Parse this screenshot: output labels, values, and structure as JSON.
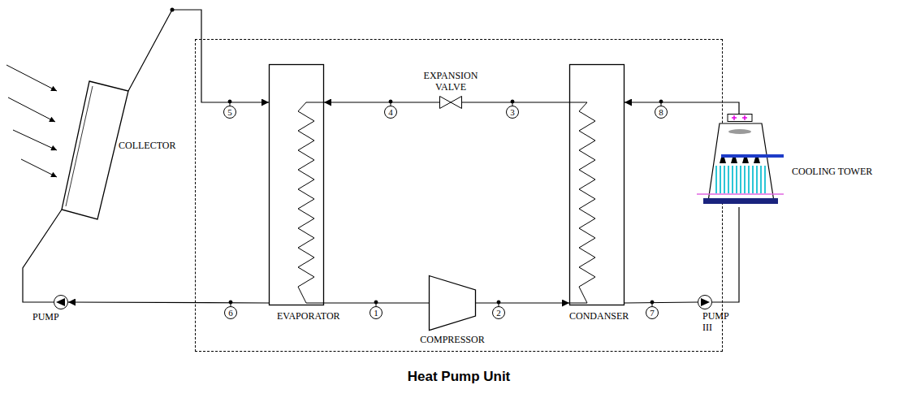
{
  "diagram": {
    "nodes": [
      {
        "text": [
          "COLLECTOR"
        ]
      },
      {
        "text": [
          "Heat Pump Unit"
        ]
      },
      {
        "text": [
          "EVAPORATOR"
        ],
        "in": 1
      },
      {
        "text": [
          "EXPANSION VALVE"
        ],
        "in": 1
      },
      {
        "text": [
          "COMPRESSOR"
        ],
        "in": 1
      },
      {
        "text": [
          "CONDANSER"
        ],
        "in": 1
      },
      {
        "text": [
          "COOLING TOWER"
        ]
      },
      {
        "text": [
          "PUMP"
        ]
      },
      {
        "text": [
          "PUMP III"
        ]
      }
    ],
    "edges": [
      {
        "from": 0,
        "to": 2,
        "arrow": "to"
      },
      {
        "from": 2,
        "to": 7,
        "arrow": "to"
      },
      {
        "from": 7,
        "to": 0,
        "arrow": "none"
      },
      {
        "from": 2,
        "to": 4,
        "arrow": "none"
      },
      {
        "from": 4,
        "to": 5,
        "arrow": "to"
      },
      {
        "from": 5,
        "to": 3,
        "arrow": "none"
      },
      {
        "from": 3,
        "to": 2,
        "arrow": "to"
      },
      {
        "from": 5,
        "to": 8,
        "arrow": "none"
      },
      {
        "from": 8,
        "to": 6,
        "arrow": "none"
      },
      {
        "from": 6,
        "to": 5,
        "arrow": "to"
      }
    ],
    "labels": [
      "5",
      "4",
      "3",
      "8",
      "6",
      "1",
      "2",
      "7"
    ]
  }
}
